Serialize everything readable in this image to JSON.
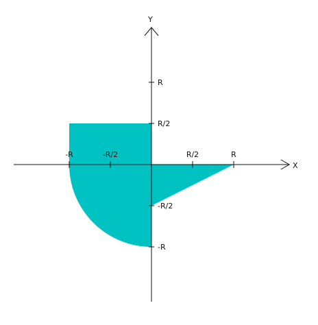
{
  "axes": {
    "x_label": "X",
    "y_label": "Y"
  },
  "ticks": {
    "x": [
      {
        "label": "-R",
        "value": -1
      },
      {
        "label": "-R/2",
        "value": -0.5
      },
      {
        "label": "R/2",
        "value": 0.5
      },
      {
        "label": "R",
        "value": 1
      }
    ],
    "y": [
      {
        "label": "R",
        "value": 1
      },
      {
        "label": "R/2",
        "value": 0.5
      },
      {
        "label": "-R/2",
        "value": -0.5
      },
      {
        "label": "-R",
        "value": -1
      }
    ]
  },
  "regions": {
    "rectangle": {
      "x_from": -1,
      "x_to": 0,
      "y_from": 0,
      "y_to": 0.5
    },
    "quarter_circle": {
      "radius": 1,
      "quadrant": "bottom-left"
    },
    "triangle": {
      "vertices": [
        [
          0,
          0
        ],
        [
          1,
          0
        ],
        [
          0,
          -0.5
        ]
      ]
    }
  },
  "colors": {
    "fill": "#00c2c2",
    "axis": "#111111",
    "background": "#ffffff"
  }
}
